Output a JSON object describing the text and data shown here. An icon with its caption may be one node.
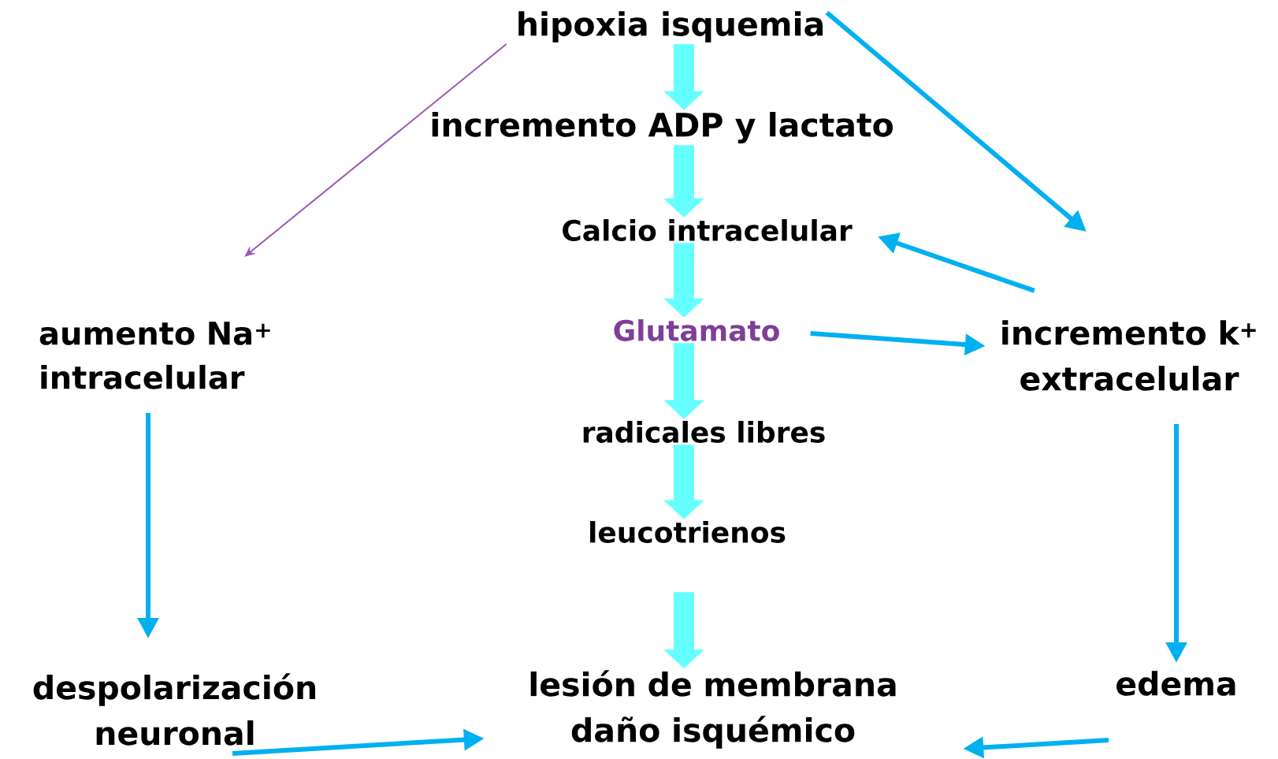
{
  "diagram": {
    "nodes": [
      {
        "text": [
          "hipoxia isquemia"
        ]
      },
      {
        "text": [
          "incremento ADP y lactato"
        ]
      },
      {
        "text": [
          "Calcio intracelular"
        ]
      },
      {
        "text": [
          "aumento Na$^{+}$ intracelular"
        ]
      },
      {
        "text": [
          "Glutamato"
        ]
      },
      {
        "text": [
          "incremento k$^{+}$ extracelular"
        ]
      },
      {
        "text": [
          "radicales libres"
        ]
      },
      {
        "text": [
          "leucotrienos"
        ]
      },
      {
        "text": [
          "despolarización neuronal"
        ]
      },
      {
        "text": [
          "lesión de membrana daño isquémico"
        ]
      },
      {
        "text": [
          "edema"
        ]
      }
    ],
    "edges": [
      {
        "from": 0,
        "to": 1,
        "arrow": "to",
        "style": "thick",
        "color": "#66ffff"
      },
      {
        "from": 1,
        "to": 2,
        "arrow": "to",
        "style": "thick",
        "color": "#66ffff"
      },
      {
        "from": 2,
        "to": 4,
        "arrow": "to",
        "style": "thick",
        "color": "#66ffff"
      },
      {
        "from": 4,
        "to": 6,
        "arrow": "to",
        "style": "thick",
        "color": "#66ffff"
      },
      {
        "from": 6,
        "to": 7,
        "arrow": "to",
        "style": "thick",
        "color": "#66ffff"
      },
      {
        "from": 7,
        "to": 9,
        "arrow": "to",
        "style": "thick",
        "color": "#66ffff"
      },
      {
        "from": 0,
        "to": 3,
        "arrow": "to",
        "color": "#9b59b6"
      },
      {
        "from": 0,
        "to": 5,
        "arrow": "to"
      },
      {
        "from": 5,
        "to": 2,
        "arrow": "to"
      },
      {
        "from": 4,
        "to": 5,
        "arrow": "to"
      },
      {
        "from": 3,
        "to": 8,
        "arrow": "to"
      },
      {
        "from": 8,
        "to": 9,
        "arrow": "to"
      },
      {
        "from": 5,
        "to": 10,
        "arrow": "to"
      },
      {
        "from": 10,
        "to": 9,
        "arrow": "to"
      }
    ]
  }
}
